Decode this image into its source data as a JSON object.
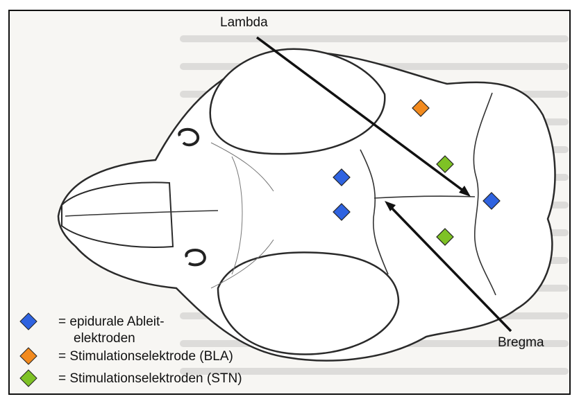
{
  "labels": {
    "lambda": "Lambda",
    "bregma": "Bregma"
  },
  "legend": [
    {
      "marker": "blue-diamond",
      "color": "#2f63e0",
      "text": "= epidurale Ableit-",
      "text2": "elektroden"
    },
    {
      "marker": "orange-diamond",
      "color": "#f28a1e",
      "text": "= Stimulationselektrode (BLA)"
    },
    {
      "marker": "green-diamond",
      "color": "#7ec225",
      "text": "= Stimulationselektroden (STN)"
    }
  ],
  "colors": {
    "recording": "#2f63e0",
    "stimulation_bla": "#f28a1e",
    "stimulation_stn": "#7ec225",
    "line": "#111111"
  },
  "figure": {
    "background_note": "faded printed text",
    "skull_view": "dorsal"
  }
}
